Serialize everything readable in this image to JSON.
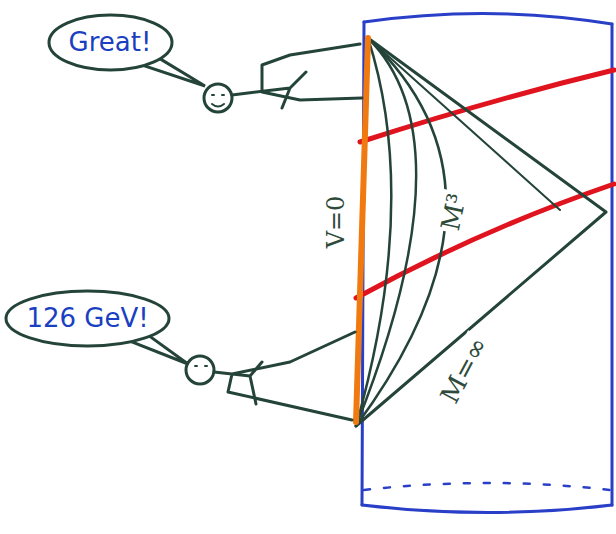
{
  "diagram": {
    "nodes": [
      {
        "text": [
          "Great!"
        ]
      },
      {
        "text": [
          "126 GeV!"
        ]
      }
    ],
    "labels": [
      "V=0",
      "M³",
      "M=∞"
    ]
  }
}
